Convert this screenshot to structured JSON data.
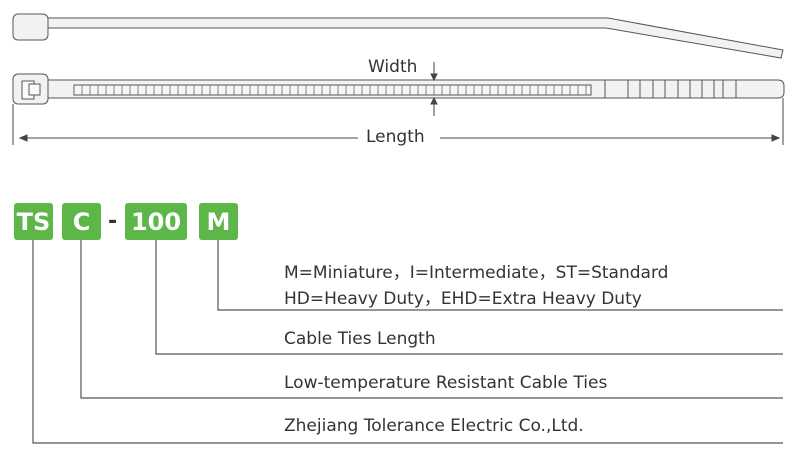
{
  "diagram": {
    "dimension_labels": {
      "width": "Width",
      "length": "Length"
    },
    "code": {
      "segments": [
        {
          "text": "TS"
        },
        {
          "text": "C"
        },
        {
          "text": "100"
        },
        {
          "text": "M"
        }
      ],
      "separator": "-",
      "box_color": "#5cb748"
    },
    "legend": [
      {
        "segment": "M",
        "lines": [
          "M=Miniature，I=Intermediate，ST=Standard",
          "HD=Heavy Duty，EHD=Extra Heavy Duty"
        ]
      },
      {
        "segment": "100",
        "lines": [
          "Cable Ties Length"
        ]
      },
      {
        "segment": "C",
        "lines": [
          "Low-temperature Resistant Cable Ties"
        ]
      },
      {
        "segment": "TS",
        "lines": [
          "Zhejiang Tolerance Electric Co.,Ltd."
        ]
      }
    ]
  }
}
